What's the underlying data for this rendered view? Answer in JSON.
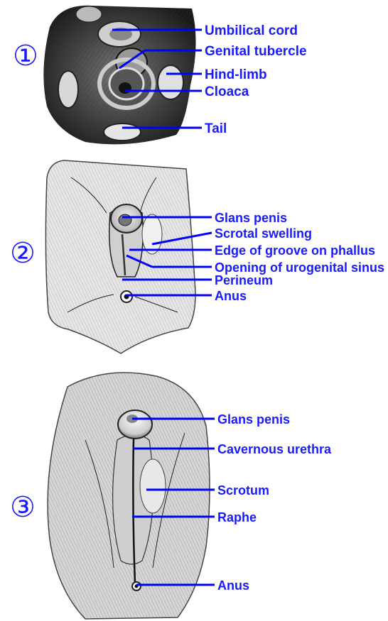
{
  "panels": [
    {
      "number": "①",
      "labels": [
        "Umbilical cord",
        "Genital tubercle",
        "Hind-limb",
        "Cloaca",
        "Tail"
      ]
    },
    {
      "number": "②",
      "labels": [
        "Glans penis",
        "Scrotal swelling",
        "Edge of groove on phallus",
        "Opening of urogenital sinus",
        "Perineum",
        "Anus"
      ]
    },
    {
      "number": "③",
      "labels": [
        "Glans penis",
        "Cavernous urethra",
        "Scrotum",
        "Raphe",
        "Anus"
      ]
    }
  ],
  "colors": {
    "label": "#1a1aff",
    "leader": "#0000ff",
    "ink": "#222222"
  }
}
